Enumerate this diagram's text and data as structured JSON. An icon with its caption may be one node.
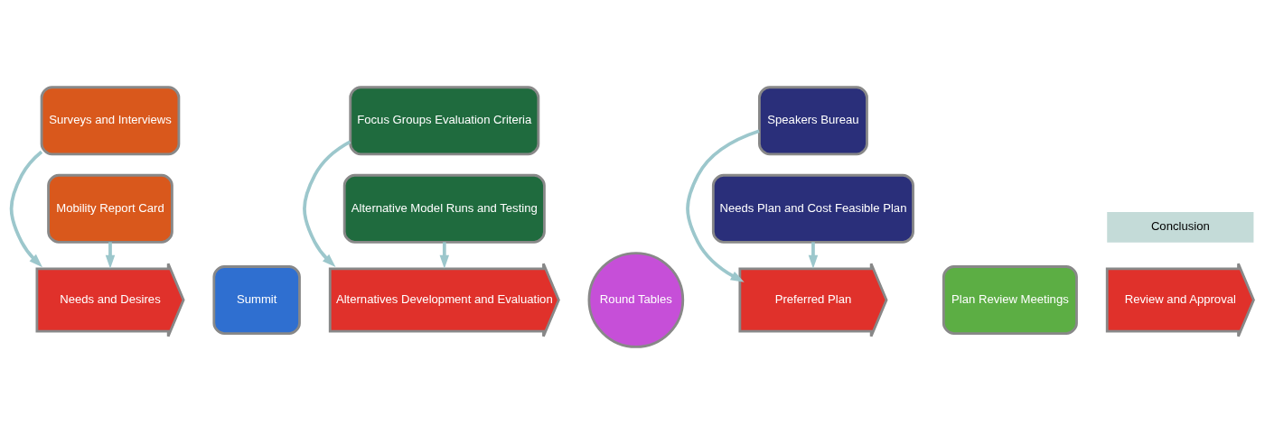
{
  "diagram": {
    "nodes": [
      {
        "text": [
          "Surveys and Interviews"
        ]
      },
      {
        "text": [
          "Needs and Desires"
        ]
      },
      {
        "text": [
          "Mobility Report Card"
        ]
      },
      {
        "text": [
          "Summit"
        ]
      },
      {
        "text": [
          "Focus Groups Evaluation Criteria"
        ]
      },
      {
        "text": [
          "Alternatives Development and Evaluation"
        ]
      },
      {
        "text": [
          "Alternative Model Runs and Testing"
        ]
      },
      {
        "text": [
          "Round Tables"
        ]
      },
      {
        "text": [
          "Speakers Bureau"
        ]
      },
      {
        "text": [
          "Preferred Plan"
        ]
      },
      {
        "text": [
          "Needs Plan and Cost Feasible Plan"
        ]
      },
      {
        "text": [
          "Plan Review Meetings"
        ]
      },
      {
        "text": [
          "Review and Approval"
        ]
      },
      {
        "text": [
          "Conclusion"
        ]
      }
    ],
    "edges": [
      {
        "from": 0,
        "to": 1,
        "arrow": "to"
      },
      {
        "from": 2,
        "to": 1,
        "arrow": "to"
      },
      {
        "from": 4,
        "to": 5,
        "arrow": "to"
      },
      {
        "from": 6,
        "to": 5,
        "arrow": "to"
      },
      {
        "from": 8,
        "to": 9,
        "arrow": "to"
      },
      {
        "from": 10,
        "to": 9,
        "arrow": "to"
      }
    ]
  }
}
